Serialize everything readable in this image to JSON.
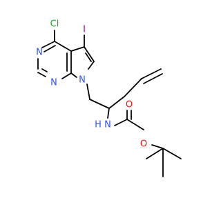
{
  "atoms": {
    "chlorine": "Cl",
    "iodine": "I",
    "n_pyrimidine_1": "N",
    "n_pyrimidine_2": "N",
    "n_pyrrole": "N",
    "n_carbamate": "N",
    "h_carbamate": "H",
    "o_carbonyl": "O",
    "o_ester": "O"
  },
  "colors": {
    "chlorine": "#1FAA1F",
    "iodine": "#940094",
    "nitrogen": "#3050F8",
    "oxygen": "#FF0D0D",
    "bond": "#000000"
  }
}
